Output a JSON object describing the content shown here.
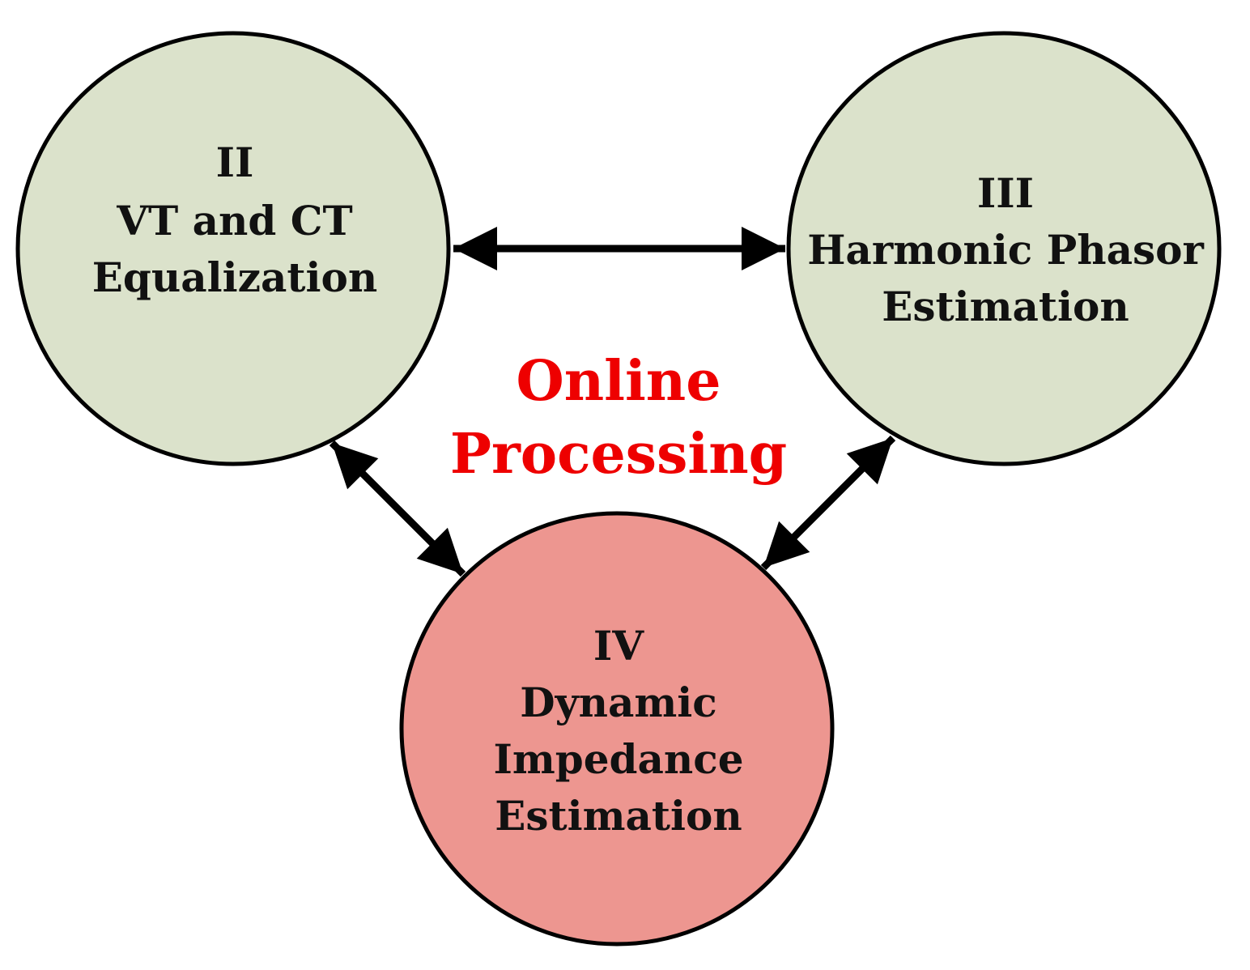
{
  "colors": {
    "node_green": "#dbe2cb",
    "node_red": "#ed9690",
    "center_label": "#ee0000",
    "stroke": "#000000"
  },
  "nodes": {
    "ii": {
      "numeral": "II",
      "line1": "VT and CT",
      "line2": "Equalization"
    },
    "iii": {
      "numeral": "III",
      "line1": "Harmonic Phasor",
      "line2": "Estimation"
    },
    "iv": {
      "numeral": "IV",
      "line1": "Dynamic",
      "line2": "Impedance",
      "line3": "Estimation"
    }
  },
  "center": {
    "line1": "Online",
    "line2": "Processing"
  },
  "connections": [
    {
      "from": "II",
      "to": "III",
      "type": "bidirectional"
    },
    {
      "from": "II",
      "to": "IV",
      "type": "bidirectional"
    },
    {
      "from": "III",
      "to": "IV",
      "type": "bidirectional"
    }
  ]
}
